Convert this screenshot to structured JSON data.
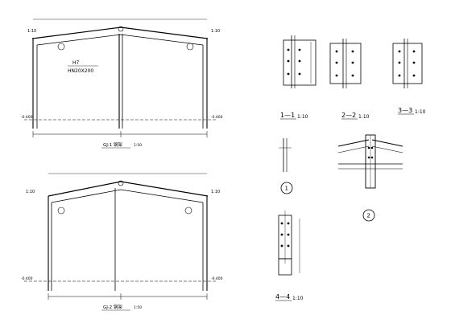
{
  "frame1": {
    "member_label_top": "H7",
    "member_label_bottom": "HN20X200",
    "title": "GJ-1 钢架",
    "scale": "1:50",
    "slope_left": "1:10",
    "slope_right": "1:10",
    "elev_left": "-0.400",
    "elev_right": "-0.400"
  },
  "frame2": {
    "title": "GJ-2 钢架",
    "scale": "1:50",
    "slope_left": "1:10",
    "slope_right": "1:10",
    "elev_left": "-0.400",
    "elev_right": "-0.400"
  },
  "sections": {
    "s11": "1—1",
    "s11_scale": "1:10",
    "s22": "2—2",
    "s22_scale": "1:10",
    "s33": "3—3",
    "s33_scale": "1:10",
    "s44": "4—4",
    "s44_scale": "1:10"
  },
  "nodes": {
    "n1": "1",
    "n2": "2"
  }
}
